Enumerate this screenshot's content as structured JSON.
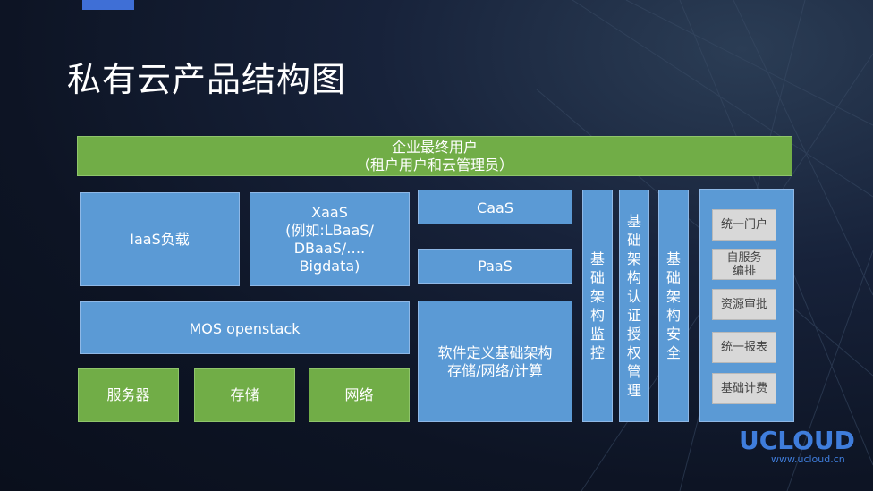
{
  "slide": {
    "title": "私有云产品结构图"
  },
  "diagram": {
    "end_users": {
      "line1": "企业最终用户",
      "line2": "（租户用户和云管理员）"
    },
    "iaas_load": "IaaS负载",
    "xaas": "XaaS\n(例如:LBaaS/\nDBaaS/….\nBigdata)",
    "caas": "CaaS",
    "paas": "PaaS",
    "mos": "MOS openstack",
    "sds": "软件定义基础架构\n存储/网络/计算",
    "server": "服务器",
    "storage": "存储",
    "network": "网络",
    "monitoring": "基础架构监控",
    "auth": "基础架构认证授权管理",
    "security": "基础架构安全",
    "right_panel": {
      "items": [
        "统一门户",
        "自服务\n编排",
        "资源审批",
        "统一报表",
        "基础计费"
      ]
    }
  },
  "logo": {
    "name": "UCLOUD",
    "url": "www.ucloud.cn"
  },
  "colors": {
    "blue_box": "#5b9ad5",
    "green_box": "#71ad47",
    "gray_box": "#d8d8d8",
    "logo": "#3f7ddc"
  }
}
